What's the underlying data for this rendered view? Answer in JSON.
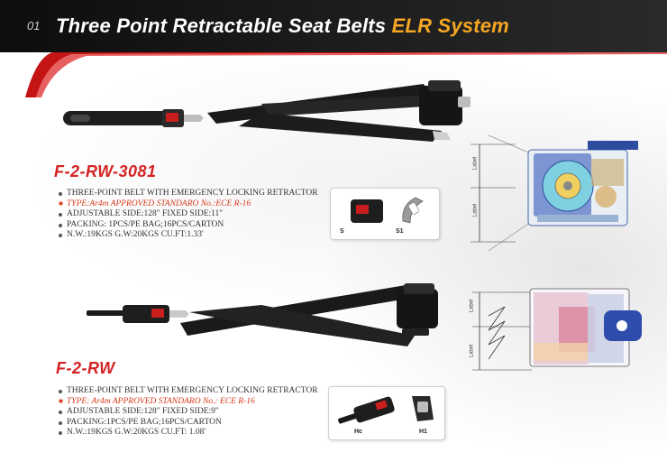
{
  "header": {
    "page_number": "01",
    "title_main": "Three Point Retractable Seat Belts",
    "title_accent": "ELR System"
  },
  "colors": {
    "header_bg": "#141414",
    "accent_orange": "#f5a623",
    "model_red": "#d42222",
    "type_red": "#d63a1a"
  },
  "products": [
    {
      "model": "F-2-RW-3081",
      "specs": [
        "THREE-POINT BELT WITH EMERGENCY LOCKING RETRACTOR",
        "TYPE:Ar4m  APPROVED STANDARO No.:ECE R-16",
        "ADJUSTABLE SIDE:128\"  FIXED SIDE:11\"",
        "PACKING: 1PCS/PE BAG;16PCS/CARTON",
        "N.W.:19KGS  G.W:20KGS  CU.FT:1.33'"
      ],
      "buckle_options": [
        "S",
        "S1"
      ],
      "dimension_labels": [
        "Label",
        "Label"
      ]
    },
    {
      "model": "F-2-RW",
      "specs": [
        "THREE-POINT BELT WITH EMERGENCY LOCKING RETRACTOR",
        "TYPE: Ar4m  APPROVED STANDARO No.: ECE R-16",
        "ADJUSTABLE SIDE:128\"  FIXED SIDE:9\"",
        "PACKING:1PCS/PE BAG;16PCS/CARTON",
        "N.W.:19KGS  G.W:20KGS  CU.FT: 1.08'"
      ],
      "buckle_options": [
        "Hc",
        "H1"
      ],
      "dimension_labels": [
        "Label",
        "Label"
      ]
    }
  ]
}
